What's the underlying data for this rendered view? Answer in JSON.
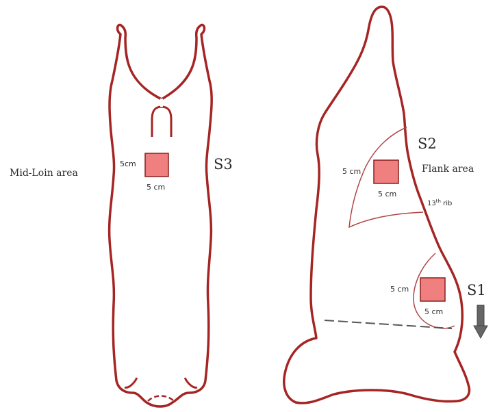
{
  "colors": {
    "outline": "#a52524",
    "region_line": "#b04545",
    "sample_fill": "#f08080",
    "sample_stroke": "#8a1f1f",
    "arrow": "#666666",
    "text": "#2b2b2b"
  },
  "left_carcass": {
    "area_label": "Mid-Loin area",
    "side_dimension": "5cm",
    "bottom_dimension": "5 cm",
    "site_label": "S3"
  },
  "right_carcass": {
    "flank": {
      "area_label": "Flank area",
      "site_label": "S2",
      "side_dimension": "5 cm",
      "bottom_dimension": "5 cm",
      "rib_label_prefix": "13",
      "rib_label_sup": "th",
      "rib_label_suffix": " rib"
    },
    "lower": {
      "site_label": "S1",
      "side_dimension": "5 cm",
      "bottom_dimension": "5 cm",
      "arrow_icon": "down-arrow-icon"
    }
  }
}
